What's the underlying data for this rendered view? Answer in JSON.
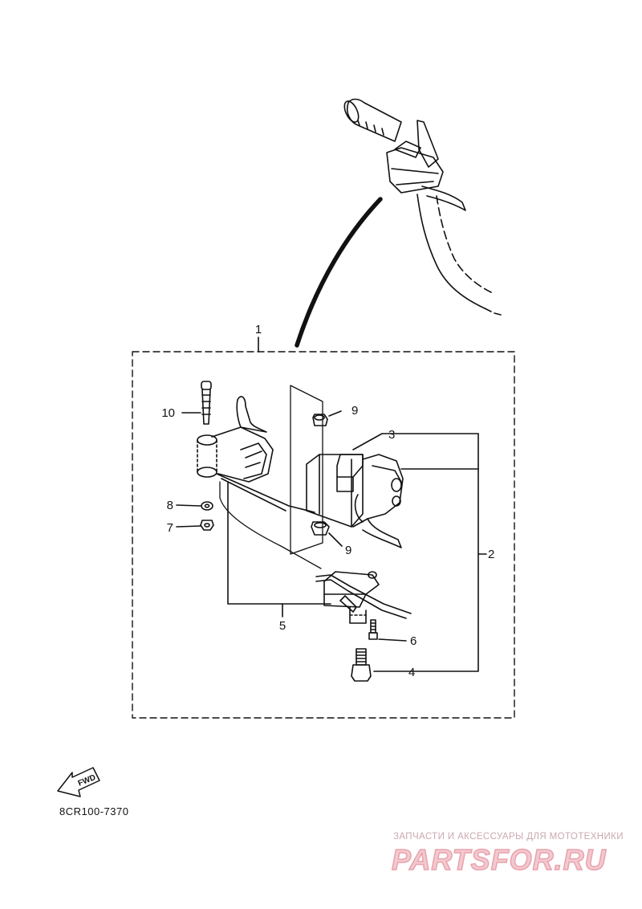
{
  "diagram": {
    "callouts": {
      "c1": "1",
      "c2": "2",
      "c3": "3",
      "c4": "4",
      "c5": "5",
      "c6": "6",
      "c7": "7",
      "c8": "8",
      "c9a": "9",
      "c9b": "9",
      "c10": "10"
    },
    "fwd_arrow_label": "FWD",
    "diagram_code": "8CR100-7370"
  },
  "watermark": {
    "caption": "ЗАПЧАСТИ И АКСЕССУАРЫ ДЛЯ МОТОТЕХНИКИ",
    "logo": "PARTSFOR.RU",
    "color": "#e8a3ad"
  }
}
